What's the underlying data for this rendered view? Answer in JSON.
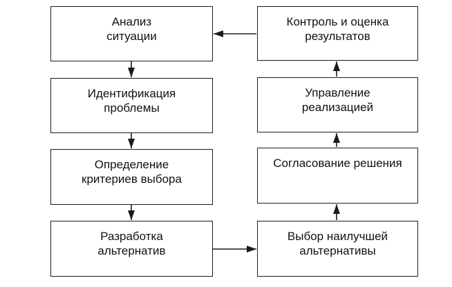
{
  "diagram": {
    "type": "flowchart-cycle",
    "boxes": [
      {
        "id": "analysis",
        "label": "Анализ\nситуации"
      },
      {
        "id": "identification",
        "label": "Идентификация\nпроблемы"
      },
      {
        "id": "criteria",
        "label": "Определение\nкритериев выбора"
      },
      {
        "id": "alternatives",
        "label": "Разработка\nальтернатив"
      },
      {
        "id": "control",
        "label": "Контроль и оценка\nрезультатов"
      },
      {
        "id": "management",
        "label": "Управление\nреализацией"
      },
      {
        "id": "approval",
        "label": "Согласование решения"
      },
      {
        "id": "best-choice",
        "label": "Выбор наилучшей\nальтернативы"
      }
    ],
    "edges": [
      {
        "from": "analysis",
        "to": "identification",
        "direction": "down"
      },
      {
        "from": "identification",
        "to": "criteria",
        "direction": "down"
      },
      {
        "from": "criteria",
        "to": "alternatives",
        "direction": "down"
      },
      {
        "from": "alternatives",
        "to": "best-choice",
        "direction": "right"
      },
      {
        "from": "best-choice",
        "to": "approval",
        "direction": "up"
      },
      {
        "from": "approval",
        "to": "management",
        "direction": "up"
      },
      {
        "from": "management",
        "to": "control",
        "direction": "up"
      },
      {
        "from": "control",
        "to": "analysis",
        "direction": "left"
      }
    ],
    "colors": {
      "line": "#1a1a1a",
      "text": "#111111",
      "background": "#ffffff"
    }
  }
}
